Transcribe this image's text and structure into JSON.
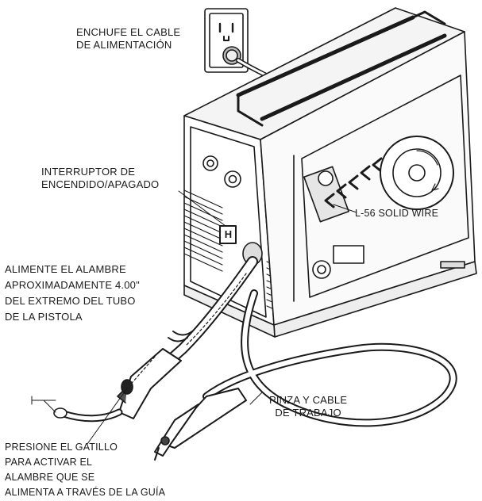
{
  "labels": {
    "outlet": [
      "ENCHUFE EL CABLE",
      "DE ALIMENTACIÓN"
    ],
    "power_switch": [
      "INTERRUPTOR DE",
      "ENCENDIDO/APAGADO"
    ],
    "wire_spool": "L-56 SOLID WIRE",
    "feed_wire": [
      "ALIMENTE EL ALAMBRE",
      "APROXIMADAMENTE 4.00\"",
      "DEL EXTREMO DEL TUBO",
      "DE LA PISTOLA"
    ],
    "work_clamp": [
      "PINZA Y CABLE",
      "DE TRABAJO"
    ],
    "trigger": [
      "PRESIONE EL GATILLO",
      "PARA ACTIVAR EL",
      "ALAMBRE QUE SE",
      "ALIMENTA A TRAVÉS DE LA GUÍA"
    ]
  },
  "icons": {
    "switch_marker": "H"
  }
}
